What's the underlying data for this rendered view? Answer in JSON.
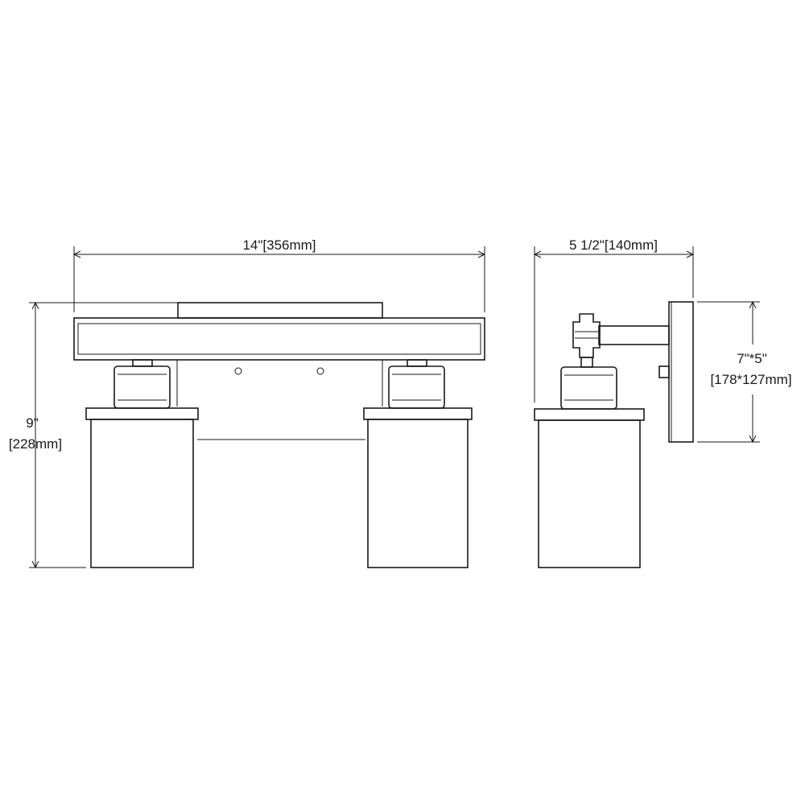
{
  "dimensions": {
    "width": "14\"[356mm]",
    "depth": "5 1/2\"[140mm]",
    "height_in": "9\"",
    "height_mm": "[228mm]",
    "backplate_in": "7\"*5\"",
    "backplate_mm": "[178*127mm]"
  }
}
